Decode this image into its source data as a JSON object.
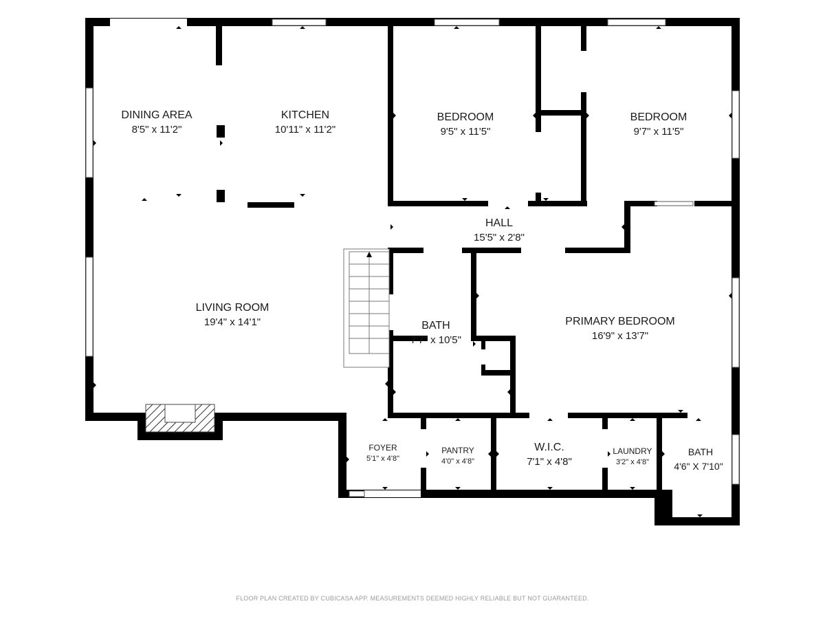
{
  "rooms": [
    {
      "id": "dining",
      "name": "DINING AREA",
      "dim": "8'5\" x 11'2\""
    },
    {
      "id": "kitchen",
      "name": "KITCHEN",
      "dim": "10'11\" x 11'2\""
    },
    {
      "id": "bedroom1",
      "name": "BEDROOM",
      "dim": "9'5\" x 11'5\""
    },
    {
      "id": "bedroom2",
      "name": "BEDROOM",
      "dim": "9'7\" x 11'5\""
    },
    {
      "id": "hall",
      "name": "HALL",
      "dim": "15'5\" x 2'8\""
    },
    {
      "id": "living",
      "name": "LIVING ROOM",
      "dim": "19'4\" x 14'1\""
    },
    {
      "id": "bath1",
      "name": "BATH",
      "dim": "7'7\" x 10'5\""
    },
    {
      "id": "primary",
      "name": "PRIMARY BEDROOM",
      "dim": "16'9\" x 13'7\""
    },
    {
      "id": "foyer",
      "name": "FOYER",
      "dim": "5'1\" x 4'8\""
    },
    {
      "id": "pantry",
      "name": "PANTRY",
      "dim": "4'0\" x 4'8\""
    },
    {
      "id": "wic",
      "name": "W.I.C.",
      "dim": "7'1\" x 4'8\""
    },
    {
      "id": "laundry",
      "name": "LAUNDRY",
      "dim": "3'2\" x 4'8\""
    },
    {
      "id": "bath2",
      "name": "BATH",
      "dim": "4'6\" X 7'10\""
    }
  ],
  "footer": "FLOOR PLAN CREATED BY CUBICASA APP. MEASUREMENTS DEEMED HIGHLY RELIABLE BUT NOT GUARANTEED."
}
